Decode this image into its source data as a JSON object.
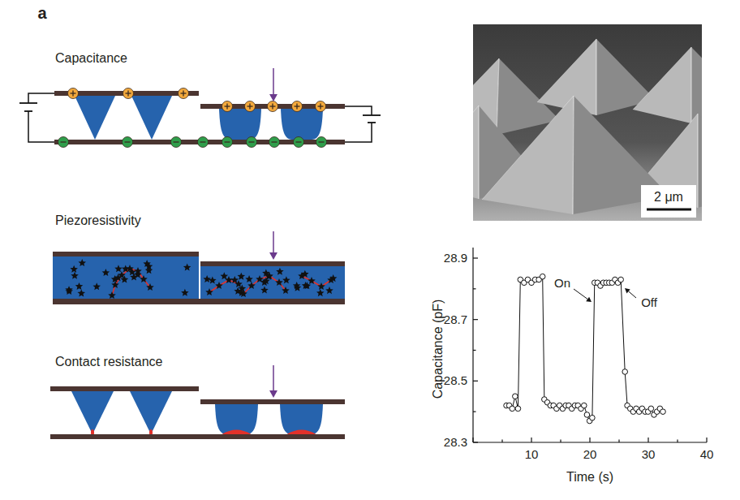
{
  "diagram": {
    "labels": [
      "a",
      "Capacitance",
      "Piezoresistivity",
      "Contact resistance",
      "2 μm",
      "28.9",
      "28.7",
      "28.5",
      "28.3",
      "10",
      "20",
      "30",
      "40",
      "On",
      "Off",
      "Capacitance (pF)",
      "Time (s)"
    ]
  }
}
